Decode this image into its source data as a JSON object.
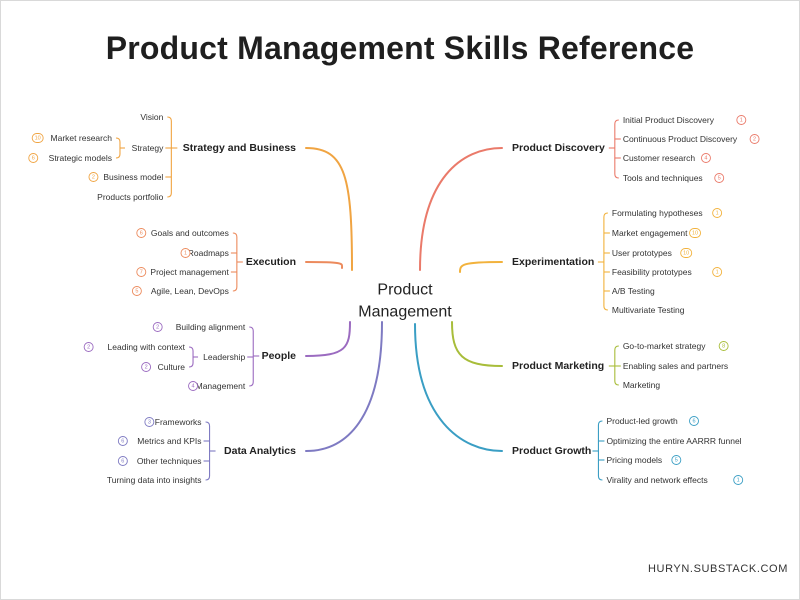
{
  "title": "Product Management Skills Reference",
  "center": [
    "Product",
    "Management"
  ],
  "footer": "HURYN.SUBSTACK.COM",
  "branches": [
    {
      "id": "strategy",
      "side": "left",
      "label": "Strategy and Business",
      "color": "#f0a442",
      "items": [
        {
          "label": "Vision"
        },
        {
          "label": "Strategy",
          "children": [
            {
              "label": "Market research",
              "badge": "10"
            },
            {
              "label": "Strategic models",
              "badge": "6"
            }
          ]
        },
        {
          "label": "Business model",
          "badge": "2"
        },
        {
          "label": "Products portfolio"
        }
      ]
    },
    {
      "id": "execution",
      "side": "left",
      "label": "Execution",
      "color": "#ec8a5c",
      "items": [
        {
          "label": "Goals and outcomes",
          "badge": "6"
        },
        {
          "label": "Roadmaps",
          "badge": "1"
        },
        {
          "label": "Project management",
          "badge": "7"
        },
        {
          "label": "Agile, Lean, DevOps",
          "badge": "5"
        }
      ]
    },
    {
      "id": "people",
      "side": "left",
      "label": "People",
      "color": "#9b6bc0",
      "items": [
        {
          "label": "Building alignment",
          "badge": "2"
        },
        {
          "label": "Leadership",
          "children": [
            {
              "label": "Leading with context",
              "badge": "2"
            },
            {
              "label": "Culture",
              "badge": "2"
            }
          ]
        },
        {
          "label": "Management",
          "badge": "4"
        }
      ]
    },
    {
      "id": "analytics",
      "side": "left",
      "label": "Data Analytics",
      "color": "#7e7ac2",
      "items": [
        {
          "label": "Frameworks",
          "badge": "3"
        },
        {
          "label": "Metrics and KPIs",
          "badge": "6"
        },
        {
          "label": "Other techniques",
          "badge": "6"
        },
        {
          "label": "Turning data into insights"
        }
      ]
    },
    {
      "id": "discovery",
      "side": "right",
      "label": "Product Discovery",
      "color": "#ea7a6a",
      "items": [
        {
          "label": "Initial Product Discovery",
          "badge": "1"
        },
        {
          "label": "Continuous Product Discovery",
          "badge": "2"
        },
        {
          "label": "Customer research",
          "badge": "4"
        },
        {
          "label": "Tools and techniques",
          "badge": "5"
        }
      ]
    },
    {
      "id": "experimentation",
      "side": "right",
      "label": "Experimentation",
      "color": "#f2b23c",
      "items": [
        {
          "label": "Formulating hypotheses",
          "badge": "1"
        },
        {
          "label": "Market engagement",
          "badge": "10"
        },
        {
          "label": "User prototypes",
          "badge": "10"
        },
        {
          "label": "Feasibility prototypes",
          "badge": "1"
        },
        {
          "label": "A/B Testing"
        },
        {
          "label": "Multivariate Testing"
        }
      ]
    },
    {
      "id": "marketing",
      "side": "right",
      "label": "Product Marketing",
      "color": "#a8bd3a",
      "items": [
        {
          "label": "Go-to-market strategy",
          "badge": "8"
        },
        {
          "label": "Enabling sales and partners"
        },
        {
          "label": "Marketing"
        }
      ]
    },
    {
      "id": "growth",
      "side": "right",
      "label": "Product Growth",
      "color": "#3a9ec4",
      "items": [
        {
          "label": "Product-led growth",
          "badge": "6"
        },
        {
          "label": "Optimizing the entire AARRR funnel"
        },
        {
          "label": "Pricing models",
          "badge": "5"
        },
        {
          "label": "Virality and network effects",
          "badge": "1"
        }
      ]
    }
  ]
}
